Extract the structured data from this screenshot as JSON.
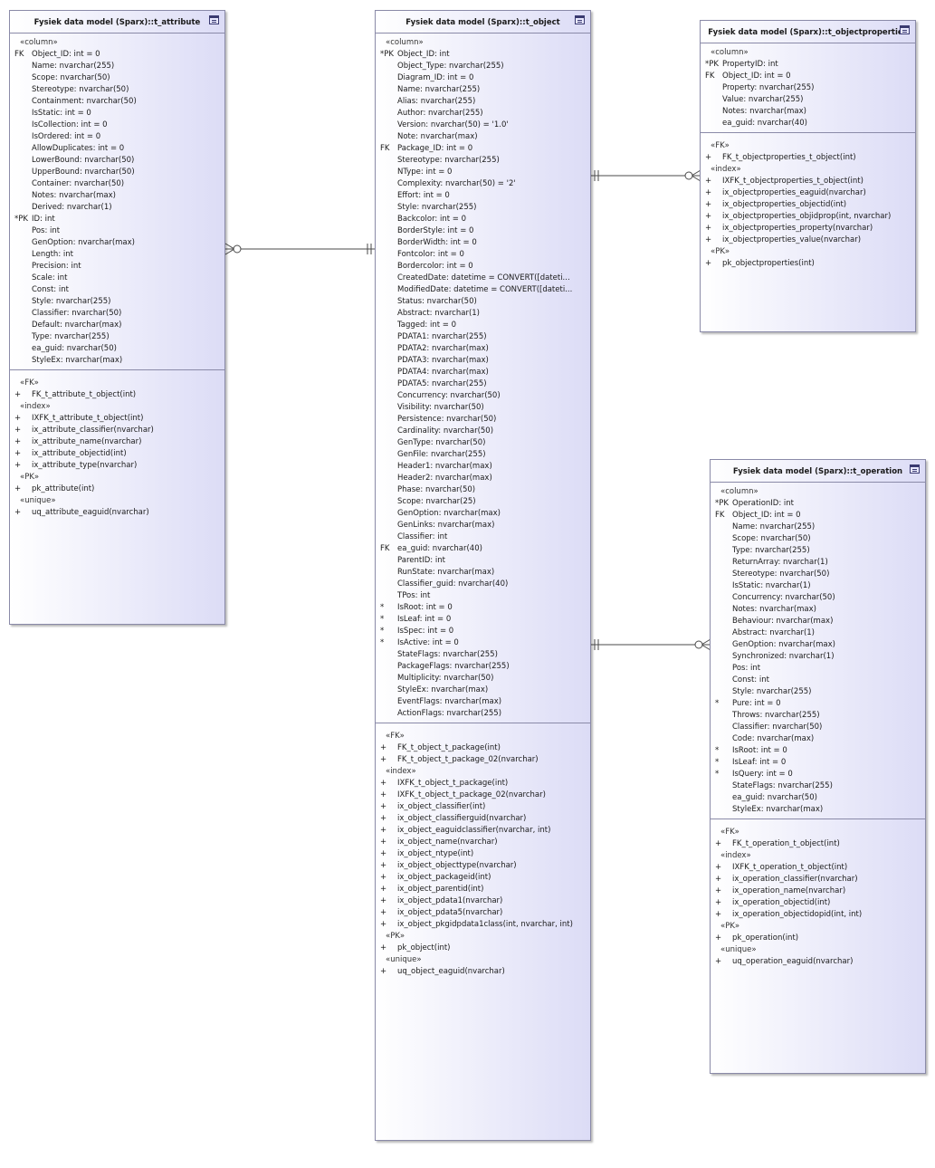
{
  "diagram": {
    "connectors": [
      {
        "name": "t_attribute to t_object",
        "from": "t_attribute",
        "to": "t_object"
      },
      {
        "name": "t_objectproperties to t_object",
        "from": "t_objectproperties",
        "to": "t_object"
      },
      {
        "name": "t_operation to t_object",
        "from": "t_operation",
        "to": "t_object"
      }
    ]
  },
  "t_attribute": {
    "title": "Fysiek data model (Sparx)::t_attribute",
    "col_label": "«column»",
    "columns": [
      {
        "mk": "FK",
        "t": "Object_ID: int = 0"
      },
      {
        "mk": "",
        "t": "Name: nvarchar(255)"
      },
      {
        "mk": "",
        "t": "Scope: nvarchar(50)"
      },
      {
        "mk": "",
        "t": "Stereotype: nvarchar(50)"
      },
      {
        "mk": "",
        "t": "Containment: nvarchar(50)"
      },
      {
        "mk": "",
        "t": "IsStatic: int = 0"
      },
      {
        "mk": "",
        "t": "IsCollection: int = 0"
      },
      {
        "mk": "",
        "t": "IsOrdered: int = 0"
      },
      {
        "mk": "",
        "t": "AllowDuplicates: int = 0"
      },
      {
        "mk": "",
        "t": "LowerBound: nvarchar(50)"
      },
      {
        "mk": "",
        "t": "UpperBound: nvarchar(50)"
      },
      {
        "mk": "",
        "t": "Container: nvarchar(50)"
      },
      {
        "mk": "",
        "t": "Notes: nvarchar(max)"
      },
      {
        "mk": "",
        "t": "Derived: nvarchar(1)"
      },
      {
        "mk": "*PK",
        "t": "ID: int"
      },
      {
        "mk": "",
        "t": "Pos: int"
      },
      {
        "mk": "",
        "t": "GenOption: nvarchar(max)"
      },
      {
        "mk": "",
        "t": "Length: int"
      },
      {
        "mk": "",
        "t": "Precision: int"
      },
      {
        "mk": "",
        "t": "Scale: int"
      },
      {
        "mk": "",
        "t": "Const: int"
      },
      {
        "mk": "",
        "t": "Style: nvarchar(255)"
      },
      {
        "mk": "",
        "t": "Classifier: nvarchar(50)"
      },
      {
        "mk": "",
        "t": "Default: nvarchar(max)"
      },
      {
        "mk": "",
        "t": "Type: nvarchar(255)"
      },
      {
        "mk": "",
        "t": "ea_guid: nvarchar(50)"
      },
      {
        "mk": "",
        "t": "StyleEx: nvarchar(max)"
      }
    ],
    "groups": [
      {
        "label": "«FK»",
        "items": [
          {
            "mk": "+",
            "t": "FK_t_attribute_t_object(int)"
          }
        ]
      },
      {
        "label": "«index»",
        "items": [
          {
            "mk": "+",
            "t": "IXFK_t_attribute_t_object(int)"
          },
          {
            "mk": "+",
            "t": "ix_attribute_classifier(nvarchar)"
          },
          {
            "mk": "+",
            "t": "ix_attribute_name(nvarchar)"
          },
          {
            "mk": "+",
            "t": "ix_attribute_objectid(int)"
          },
          {
            "mk": "+",
            "t": "ix_attribute_type(nvarchar)"
          }
        ]
      },
      {
        "label": "«PK»",
        "items": [
          {
            "mk": "+",
            "t": "pk_attribute(int)"
          }
        ]
      },
      {
        "label": "«unique»",
        "items": [
          {
            "mk": "+",
            "t": "uq_attribute_eaguid(nvarchar)"
          }
        ]
      }
    ]
  },
  "t_object": {
    "title": "Fysiek data model (Sparx)::t_object",
    "col_label": "«column»",
    "columns": [
      {
        "mk": "*PK",
        "t": "Object_ID: int"
      },
      {
        "mk": "",
        "t": "Object_Type: nvarchar(255)"
      },
      {
        "mk": "",
        "t": "Diagram_ID: int = 0"
      },
      {
        "mk": "",
        "t": "Name: nvarchar(255)"
      },
      {
        "mk": "",
        "t": "Alias: nvarchar(255)"
      },
      {
        "mk": "",
        "t": "Author: nvarchar(255)"
      },
      {
        "mk": "",
        "t": "Version: nvarchar(50) = '1.0'"
      },
      {
        "mk": "",
        "t": "Note: nvarchar(max)"
      },
      {
        "mk": "FK",
        "t": "Package_ID: int = 0"
      },
      {
        "mk": "",
        "t": "Stereotype: nvarchar(255)"
      },
      {
        "mk": "",
        "t": "NType: int = 0"
      },
      {
        "mk": "",
        "t": "Complexity: nvarchar(50) = '2'"
      },
      {
        "mk": "",
        "t": "Effort: int = 0"
      },
      {
        "mk": "",
        "t": "Style: nvarchar(255)"
      },
      {
        "mk": "",
        "t": "Backcolor: int = 0"
      },
      {
        "mk": "",
        "t": "BorderStyle: int = 0"
      },
      {
        "mk": "",
        "t": "BorderWidth: int = 0"
      },
      {
        "mk": "",
        "t": "Fontcolor: int = 0"
      },
      {
        "mk": "",
        "t": "Bordercolor: int = 0"
      },
      {
        "mk": "",
        "t": "CreatedDate: datetime = CONVERT([dateti..."
      },
      {
        "mk": "",
        "t": "ModifiedDate: datetime = CONVERT([dateti..."
      },
      {
        "mk": "",
        "t": "Status: nvarchar(50)"
      },
      {
        "mk": "",
        "t": "Abstract: nvarchar(1)"
      },
      {
        "mk": "",
        "t": "Tagged: int = 0"
      },
      {
        "mk": "",
        "t": "PDATA1: nvarchar(255)"
      },
      {
        "mk": "",
        "t": "PDATA2: nvarchar(max)"
      },
      {
        "mk": "",
        "t": "PDATA3: nvarchar(max)"
      },
      {
        "mk": "",
        "t": "PDATA4: nvarchar(max)"
      },
      {
        "mk": "",
        "t": "PDATA5: nvarchar(255)"
      },
      {
        "mk": "",
        "t": "Concurrency: nvarchar(50)"
      },
      {
        "mk": "",
        "t": "Visibility: nvarchar(50)"
      },
      {
        "mk": "",
        "t": "Persistence: nvarchar(50)"
      },
      {
        "mk": "",
        "t": "Cardinality: nvarchar(50)"
      },
      {
        "mk": "",
        "t": "GenType: nvarchar(50)"
      },
      {
        "mk": "",
        "t": "GenFile: nvarchar(255)"
      },
      {
        "mk": "",
        "t": "Header1: nvarchar(max)"
      },
      {
        "mk": "",
        "t": "Header2: nvarchar(max)"
      },
      {
        "mk": "",
        "t": "Phase: nvarchar(50)"
      },
      {
        "mk": "",
        "t": "Scope: nvarchar(25)"
      },
      {
        "mk": "",
        "t": "GenOption: nvarchar(max)"
      },
      {
        "mk": "",
        "t": "GenLinks: nvarchar(max)"
      },
      {
        "mk": "",
        "t": "Classifier: int"
      },
      {
        "mk": "FK",
        "t": "ea_guid: nvarchar(40)"
      },
      {
        "mk": "",
        "t": "ParentID: int"
      },
      {
        "mk": "",
        "t": "RunState: nvarchar(max)"
      },
      {
        "mk": "",
        "t": "Classifier_guid: nvarchar(40)"
      },
      {
        "mk": "",
        "t": "TPos: int"
      },
      {
        "mk": "*",
        "t": "IsRoot: int = 0"
      },
      {
        "mk": "*",
        "t": "IsLeaf: int = 0"
      },
      {
        "mk": "*",
        "t": "IsSpec: int = 0"
      },
      {
        "mk": "*",
        "t": "IsActive: int = 0"
      },
      {
        "mk": "",
        "t": "StateFlags: nvarchar(255)"
      },
      {
        "mk": "",
        "t": "PackageFlags: nvarchar(255)"
      },
      {
        "mk": "",
        "t": "Multiplicity: nvarchar(50)"
      },
      {
        "mk": "",
        "t": "StyleEx: nvarchar(max)"
      },
      {
        "mk": "",
        "t": "EventFlags: nvarchar(max)"
      },
      {
        "mk": "",
        "t": "ActionFlags: nvarchar(255)"
      }
    ],
    "groups": [
      {
        "label": "«FK»",
        "items": [
          {
            "mk": "+",
            "t": "FK_t_object_t_package(int)"
          },
          {
            "mk": "+",
            "t": "FK_t_object_t_package_02(nvarchar)"
          }
        ]
      },
      {
        "label": "«index»",
        "items": [
          {
            "mk": "+",
            "t": "IXFK_t_object_t_package(int)"
          },
          {
            "mk": "+",
            "t": "IXFK_t_object_t_package_02(nvarchar)"
          },
          {
            "mk": "+",
            "t": "ix_object_classifier(int)"
          },
          {
            "mk": "+",
            "t": "ix_object_classifierguid(nvarchar)"
          },
          {
            "mk": "+",
            "t": "ix_object_eaguidclassifier(nvarchar, int)"
          },
          {
            "mk": "+",
            "t": "ix_object_name(nvarchar)"
          },
          {
            "mk": "+",
            "t": "ix_object_ntype(int)"
          },
          {
            "mk": "+",
            "t": "ix_object_objecttype(nvarchar)"
          },
          {
            "mk": "+",
            "t": "ix_object_packageid(int)"
          },
          {
            "mk": "+",
            "t": "ix_object_parentid(int)"
          },
          {
            "mk": "+",
            "t": "ix_object_pdata1(nvarchar)"
          },
          {
            "mk": "+",
            "t": "ix_object_pdata5(nvarchar)"
          },
          {
            "mk": "+",
            "t": "ix_object_pkgidpdata1class(int, nvarchar, int)"
          }
        ]
      },
      {
        "label": "«PK»",
        "items": [
          {
            "mk": "+",
            "t": "pk_object(int)"
          }
        ]
      },
      {
        "label": "«unique»",
        "items": [
          {
            "mk": "+",
            "t": "uq_object_eaguid(nvarchar)"
          }
        ]
      }
    ]
  },
  "t_objectproperties": {
    "title": "Fysiek data model (Sparx)::t_objectproperties",
    "col_label": "«column»",
    "columns": [
      {
        "mk": "*PK",
        "t": "PropertyID: int"
      },
      {
        "mk": "FK",
        "t": "Object_ID: int = 0"
      },
      {
        "mk": "",
        "t": "Property: nvarchar(255)"
      },
      {
        "mk": "",
        "t": "Value: nvarchar(255)"
      },
      {
        "mk": "",
        "t": "Notes: nvarchar(max)"
      },
      {
        "mk": "",
        "t": "ea_guid: nvarchar(40)"
      }
    ],
    "groups": [
      {
        "label": "«FK»",
        "items": [
          {
            "mk": "+",
            "t": "FK_t_objectproperties_t_object(int)"
          }
        ]
      },
      {
        "label": "«index»",
        "items": [
          {
            "mk": "+",
            "t": "IXFK_t_objectproperties_t_object(int)"
          },
          {
            "mk": "+",
            "t": "ix_objectproperties_eaguid(nvarchar)"
          },
          {
            "mk": "+",
            "t": "ix_objectproperties_objectid(int)"
          },
          {
            "mk": "+",
            "t": "ix_objectproperties_objidprop(int, nvarchar)"
          },
          {
            "mk": "+",
            "t": "ix_objectproperties_property(nvarchar)"
          },
          {
            "mk": "+",
            "t": "ix_objectproperties_value(nvarchar)"
          }
        ]
      },
      {
        "label": "«PK»",
        "items": [
          {
            "mk": "+",
            "t": "pk_objectproperties(int)"
          }
        ]
      }
    ]
  },
  "t_operation": {
    "title": "Fysiek data model (Sparx)::t_operation",
    "col_label": "«column»",
    "columns": [
      {
        "mk": "*PK",
        "t": "OperationID: int"
      },
      {
        "mk": "FK",
        "t": "Object_ID: int = 0"
      },
      {
        "mk": "",
        "t": "Name: nvarchar(255)"
      },
      {
        "mk": "",
        "t": "Scope: nvarchar(50)"
      },
      {
        "mk": "",
        "t": "Type: nvarchar(255)"
      },
      {
        "mk": "",
        "t": "ReturnArray: nvarchar(1)"
      },
      {
        "mk": "",
        "t": "Stereotype: nvarchar(50)"
      },
      {
        "mk": "",
        "t": "IsStatic: nvarchar(1)"
      },
      {
        "mk": "",
        "t": "Concurrency: nvarchar(50)"
      },
      {
        "mk": "",
        "t": "Notes: nvarchar(max)"
      },
      {
        "mk": "",
        "t": "Behaviour: nvarchar(max)"
      },
      {
        "mk": "",
        "t": "Abstract: nvarchar(1)"
      },
      {
        "mk": "",
        "t": "GenOption: nvarchar(max)"
      },
      {
        "mk": "",
        "t": "Synchronized: nvarchar(1)"
      },
      {
        "mk": "",
        "t": "Pos: int"
      },
      {
        "mk": "",
        "t": "Const: int"
      },
      {
        "mk": "",
        "t": "Style: nvarchar(255)"
      },
      {
        "mk": "*",
        "t": "Pure: int = 0"
      },
      {
        "mk": "",
        "t": "Throws: nvarchar(255)"
      },
      {
        "mk": "",
        "t": "Classifier: nvarchar(50)"
      },
      {
        "mk": "",
        "t": "Code: nvarchar(max)"
      },
      {
        "mk": "*",
        "t": "IsRoot: int = 0"
      },
      {
        "mk": "*",
        "t": "IsLeaf: int = 0"
      },
      {
        "mk": "*",
        "t": "IsQuery: int = 0"
      },
      {
        "mk": "",
        "t": "StateFlags: nvarchar(255)"
      },
      {
        "mk": "",
        "t": "ea_guid: nvarchar(50)"
      },
      {
        "mk": "",
        "t": "StyleEx: nvarchar(max)"
      }
    ],
    "groups": [
      {
        "label": "«FK»",
        "items": [
          {
            "mk": "+",
            "t": "FK_t_operation_t_object(int)"
          }
        ]
      },
      {
        "label": "«index»",
        "items": [
          {
            "mk": "+",
            "t": "IXFK_t_operation_t_object(int)"
          },
          {
            "mk": "+",
            "t": "ix_operation_classifier(nvarchar)"
          },
          {
            "mk": "+",
            "t": "ix_operation_name(nvarchar)"
          },
          {
            "mk": "+",
            "t": "ix_operation_objectid(int)"
          },
          {
            "mk": "+",
            "t": "ix_operation_objectidopid(int, int)"
          }
        ]
      },
      {
        "label": "«PK»",
        "items": [
          {
            "mk": "+",
            "t": "pk_operation(int)"
          }
        ]
      },
      {
        "label": "«unique»",
        "items": [
          {
            "mk": "+",
            "t": "uq_operation_eaguid(nvarchar)"
          }
        ]
      }
    ]
  }
}
